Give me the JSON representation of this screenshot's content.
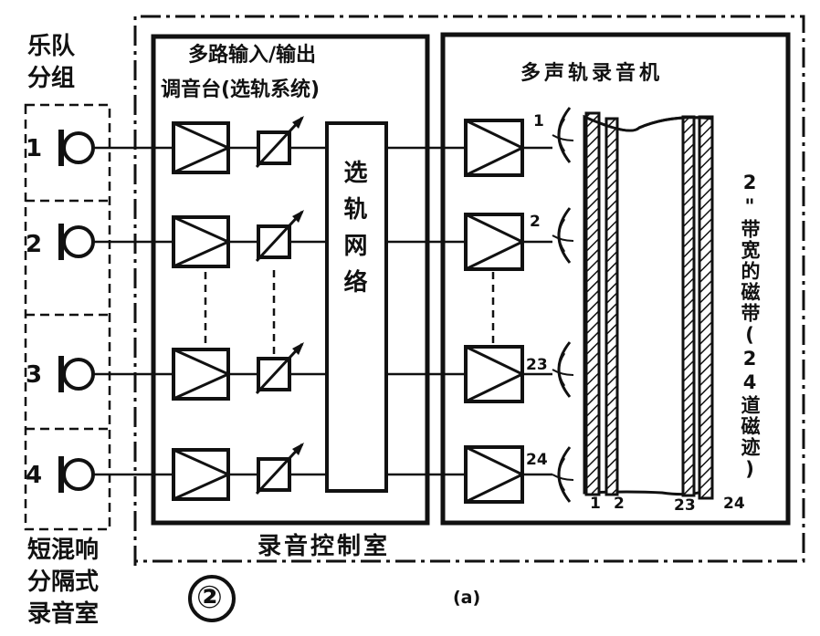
{
  "band_title": [
    "乐队",
    "分组"
  ],
  "mic_labels": [
    "1",
    "2",
    "3",
    "4"
  ],
  "mixer_title": [
    "多路输入/输出",
    "调音台(选轨系统)"
  ],
  "routing_label": "选轨网络",
  "recorder_title": "多声轨录音机",
  "head_labels": [
    "1",
    "2",
    "23",
    "24"
  ],
  "tape_label": "2\"带宽的磁带(24道磁迹)",
  "tape_track_labels": [
    "1",
    "2",
    "23",
    "24"
  ],
  "control_room_label": "录音控制室",
  "studio_label": [
    "短混响",
    "分隔式",
    "录音室"
  ],
  "figure_number": "②",
  "caption": "(a)"
}
